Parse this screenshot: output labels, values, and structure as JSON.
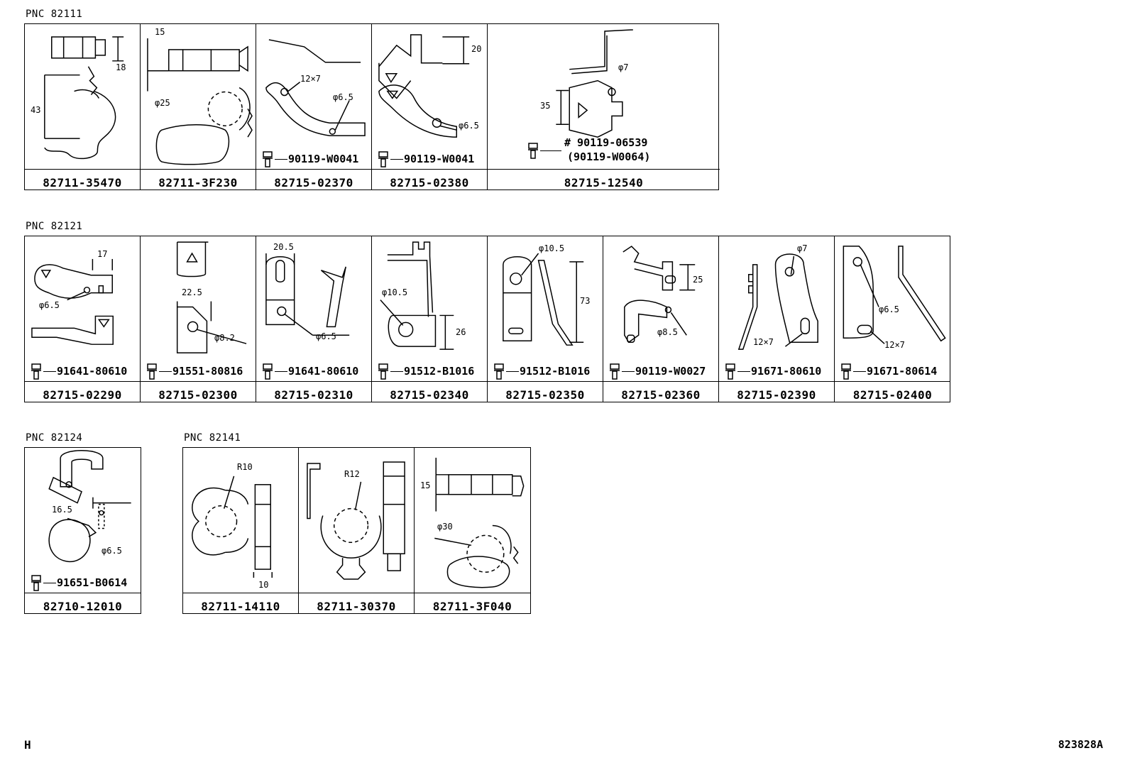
{
  "footer": {
    "left": "H",
    "right": "823828A"
  },
  "groups": [
    {
      "pnc": "PNC 82111",
      "cells": [
        {
          "part": "82711-35470",
          "bolt": "",
          "dims": [
            "18",
            "43"
          ]
        },
        {
          "part": "82711-3F230",
          "bolt": "",
          "dims": [
            "15",
            "φ25"
          ]
        },
        {
          "part": "82715-02370",
          "bolt": "90119-W0041",
          "dims": [
            "12×7",
            "φ6.5"
          ]
        },
        {
          "part": "82715-02380",
          "bolt": "90119-W0041",
          "dims": [
            "20",
            "φ6.5"
          ]
        },
        {
          "part": "82715-12540",
          "bolt": "",
          "notes": [
            "# 90119-06539",
            "(90119-W0064)"
          ],
          "dims": [
            "φ7",
            "35"
          ]
        }
      ]
    },
    {
      "pnc": "PNC 82121",
      "cells": [
        {
          "part": "82715-02290",
          "bolt": "91641-80610",
          "dims": [
            "17",
            "φ6.5"
          ]
        },
        {
          "part": "82715-02300",
          "bolt": "91551-80816",
          "dims": [
            "22.5",
            "φ8.2"
          ]
        },
        {
          "part": "82715-02310",
          "bolt": "91641-80610",
          "dims": [
            "20.5",
            "φ6.5"
          ]
        },
        {
          "part": "82715-02340",
          "bolt": "91512-B1016",
          "dims": [
            "φ10.5",
            "26"
          ]
        },
        {
          "part": "82715-02350",
          "bolt": "91512-B1016",
          "dims": [
            "φ10.5",
            "73"
          ]
        },
        {
          "part": "82715-02360",
          "bolt": "90119-W0027",
          "dims": [
            "25",
            "φ8.5"
          ]
        },
        {
          "part": "82715-02390",
          "bolt": "91671-80610",
          "dims": [
            "φ7",
            "12×7"
          ]
        },
        {
          "part": "82715-02400",
          "bolt": "91671-80614",
          "dims": [
            "φ6.5",
            "12×7"
          ]
        }
      ]
    },
    {
      "pnc": "PNC 82124",
      "cells": [
        {
          "part": "82710-12010",
          "bolt": "91651-B0614",
          "dims": [
            "16.5",
            "φ6.5"
          ]
        }
      ]
    },
    {
      "pnc": "PNC 82141",
      "cells": [
        {
          "part": "82711-14110",
          "bolt": "",
          "dims": [
            "R10",
            "10"
          ]
        },
        {
          "part": "82711-30370",
          "bolt": "",
          "dims": [
            "R12"
          ]
        },
        {
          "part": "82711-3F040",
          "bolt": "",
          "dims": [
            "15",
            "φ30"
          ]
        }
      ]
    }
  ]
}
